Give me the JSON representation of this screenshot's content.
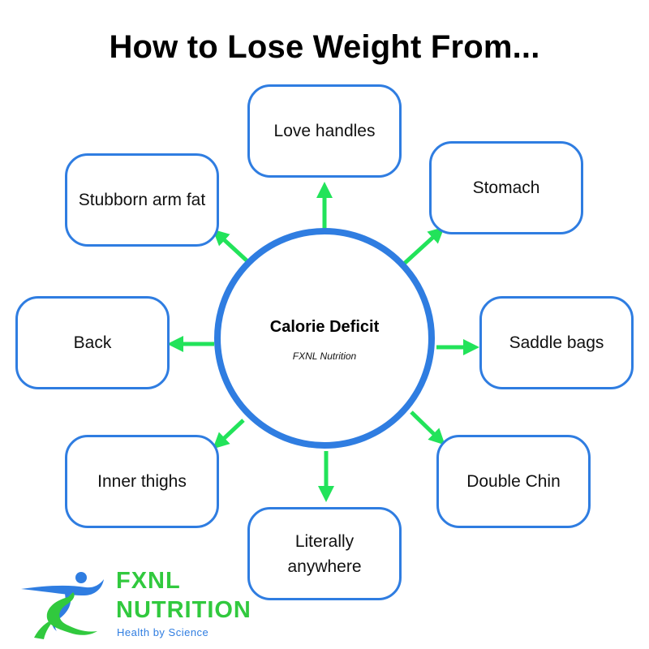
{
  "title": "How to Lose Weight From...",
  "center": {
    "title": "Calorie Deficit",
    "subtitle": "FXNL Nutrition"
  },
  "nodes": {
    "love_handles": [
      "Love handles"
    ],
    "stomach": [
      "Stomach"
    ],
    "saddle_bags": [
      "Saddle bags"
    ],
    "double_chin": [
      "Double Chin"
    ],
    "literally_anywhere": [
      "Literally",
      "anywhere"
    ],
    "inner_thighs": [
      "Inner thighs"
    ],
    "back": [
      "Back"
    ],
    "stubborn_arm_fat": [
      "Stubborn arm fat"
    ]
  },
  "brand": {
    "name_line1": "FXNL",
    "name_line2": "NUTRITION",
    "tagline": "Health by Science"
  },
  "colors": {
    "circle": "#2f7de1",
    "box_border": "#2f7de1",
    "arrow": "#22e35a",
    "brand_green": "#31c93e",
    "brand_blue": "#2f7de1"
  },
  "icons": {
    "arrow": "arrow-icon",
    "logo": "runner-logo-icon"
  }
}
